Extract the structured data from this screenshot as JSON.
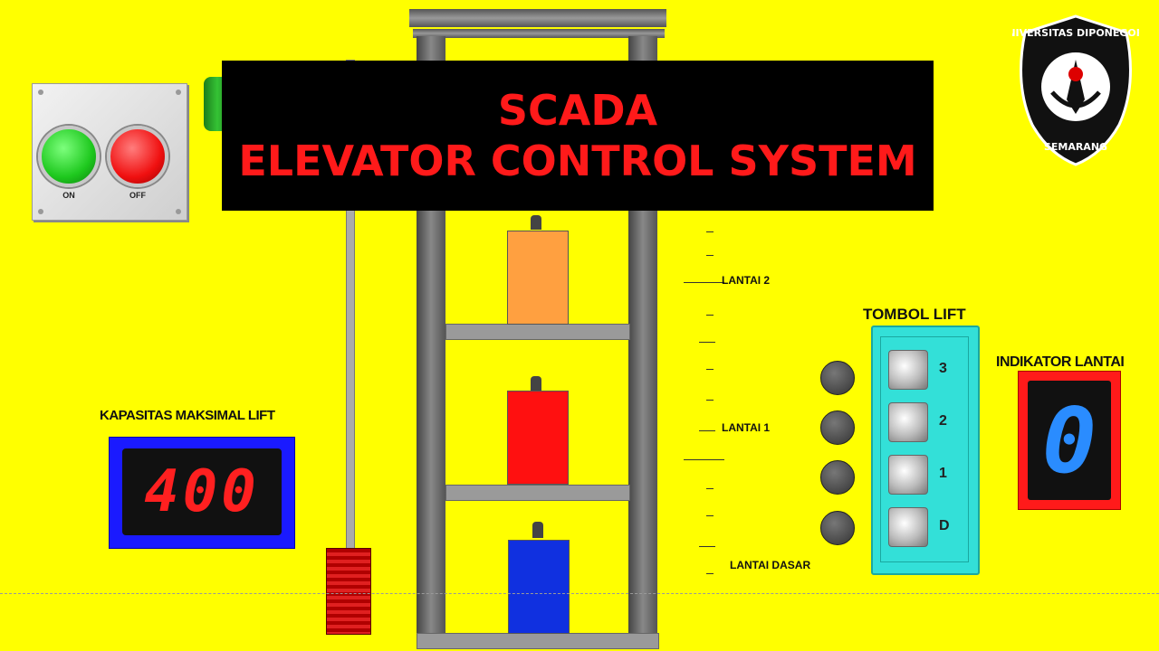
{
  "banner": {
    "line1": "SCADA",
    "line2": "ELEVATOR CONTROL SYSTEM"
  },
  "power_panel": {
    "on_label": "ON",
    "off_label": "OFF",
    "on_color": "#1ec81e",
    "off_color": "#f01010"
  },
  "capacity": {
    "title": "KAPASITAS MAKSIMAL LIFT",
    "value": "400"
  },
  "floors": {
    "floor2": "LANTAI 2",
    "floor1": "LANTAI 1",
    "ground": "LANTAI DASAR"
  },
  "call_panel": {
    "title": "TOMBOL LIFT",
    "buttons": [
      "3",
      "2",
      "1",
      "D"
    ]
  },
  "floor_indicator": {
    "title": "INDIKATOR LANTAI",
    "value": "0"
  },
  "logo": {
    "text_top": "UNIVERSITAS DIPONEGORO",
    "text_bottom": "SEMARANG"
  },
  "colors": {
    "background": "#ffff00",
    "box_top": "#ffa040",
    "box_middle": "#ff1010",
    "box_bottom": "#1030e0"
  }
}
